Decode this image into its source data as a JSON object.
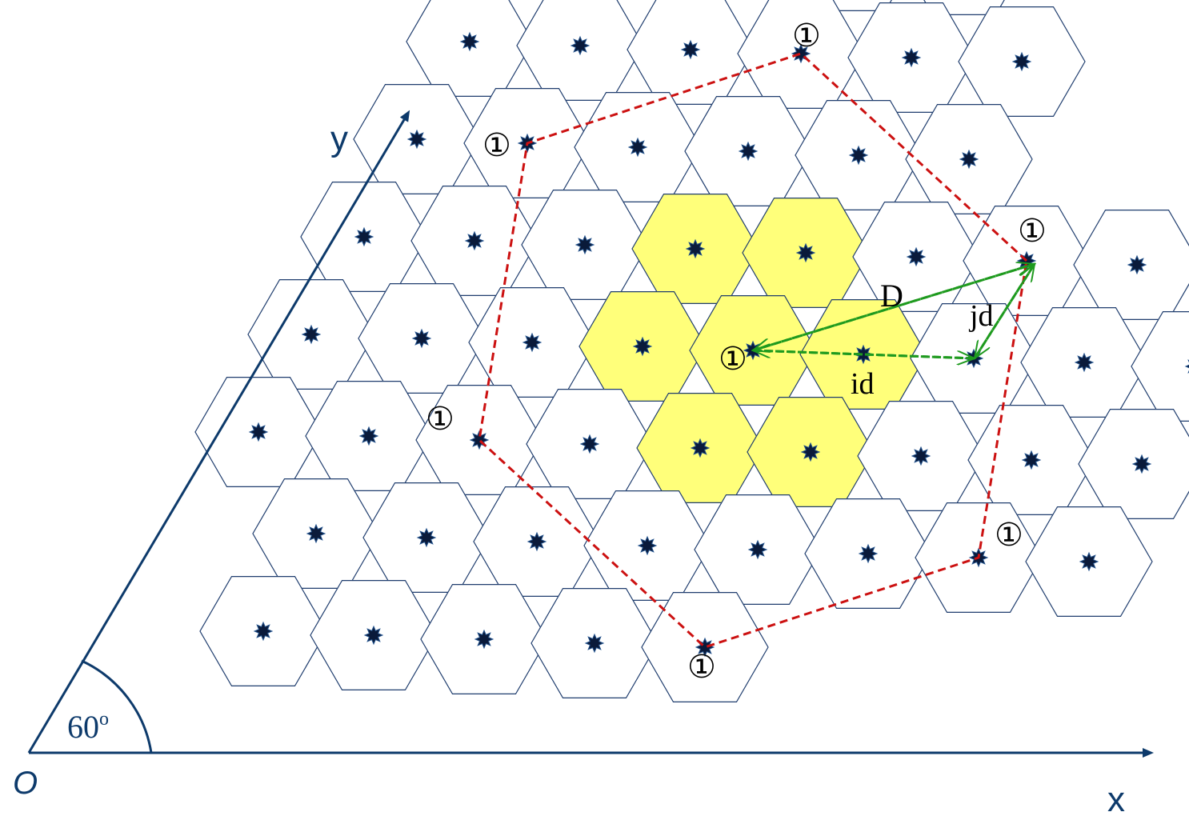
{
  "axes": {
    "origin_label": "O",
    "x_label": "x",
    "y_label": "y",
    "angle_label": "60",
    "angle_superscript": "o",
    "color": "#0d3a6b"
  },
  "cluster": {
    "cells_per_cluster": 7,
    "highlight_color": "#ffff7a",
    "cell_border_color": "#1f3d6e",
    "center_label": "①",
    "co_channel_label": "①"
  },
  "distance_labels": {
    "reuse_distance": "D",
    "i_step": "id",
    "j_step": "jd",
    "color": "#1e9a1e"
  },
  "reuse_polygon_color": "#cc1111",
  "marker_color": "#0a1a3a"
}
